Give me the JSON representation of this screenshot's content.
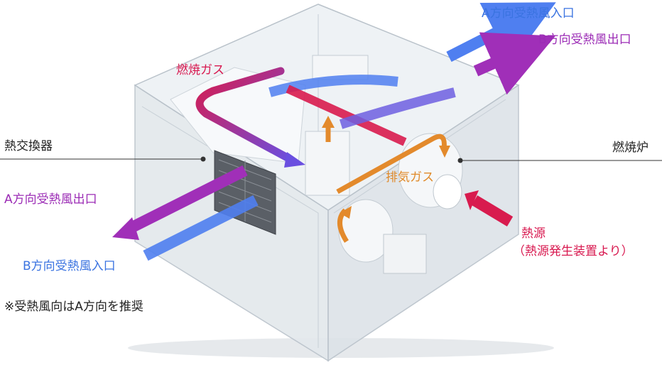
{
  "labels": {
    "a_inlet": "A方向受熱風入口",
    "b_outlet_top": "B方向受熱風出口",
    "combustion_gas": "燃焼ガス",
    "heat_exchanger": "熱交換器",
    "furnace": "燃焼炉",
    "exhaust_gas": "排気ガス",
    "a_outlet": "A方向受熱風出口",
    "heat_source": "熱源",
    "heat_source_note": "（熱源発生装置より）",
    "b_inlet": "B方向受熱風入口",
    "note": "※受熱風向はA方向を推奨"
  },
  "colors": {
    "blue": "#4f7ff0",
    "purple": "#a02fb8",
    "red": "#d81b4e",
    "orange": "#e38a2c",
    "glass": "#dfe5ea"
  }
}
